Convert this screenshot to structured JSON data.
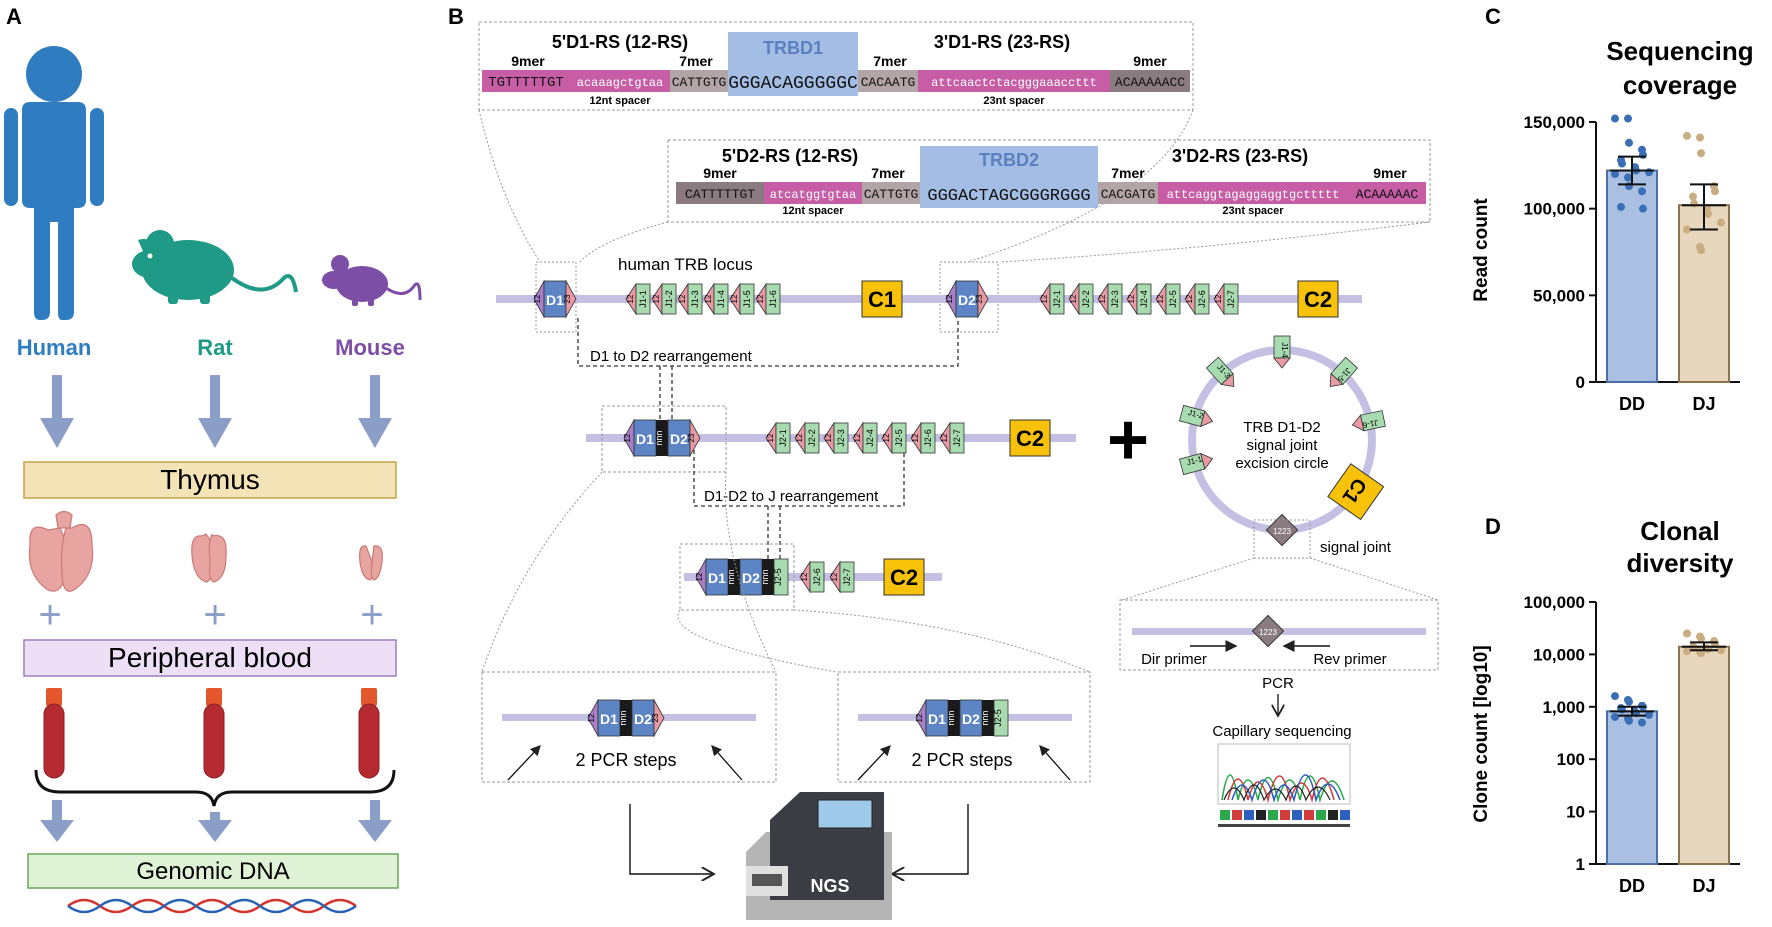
{
  "panels": {
    "a": "A",
    "b": "B",
    "c": "C",
    "d": "D"
  },
  "panel_a": {
    "species": [
      {
        "label": "Human",
        "color": "#2f7dc0"
      },
      {
        "label": "Rat",
        "color": "#1e9a86"
      },
      {
        "label": "Mouse",
        "color": "#7d4ea6"
      }
    ],
    "thymus": "Thymus",
    "plus": "+",
    "blood": "Peripheral blood",
    "dna": "Genomic DNA"
  },
  "panel_b": {
    "d1": {
      "rs5": "5'D1-RS (12-RS)",
      "rs3": "3'D1-RS (23-RS)",
      "name": "TRBD1",
      "nonamer_a_label": "9mer",
      "heptamer_a_label": "7mer",
      "heptamer_b_label": "7mer",
      "nonamer_b_label": "9mer",
      "nonamer_a": "TGTTTTTGT",
      "spacer_a": "acaaagctgtaa",
      "heptamer_a": "CATTGTG",
      "gene": "GGGACAGGGGGC",
      "heptamer_b": "CACAATG",
      "spacer_b": "attcaactctacgggaaaccttt",
      "nonamer_b": "ACAAAAACC",
      "spacer_a_label": "12nt spacer",
      "spacer_b_label": "23nt spacer"
    },
    "d2": {
      "rs5": "5'D2-RS (12-RS)",
      "rs3": "3'D2-RS (23-RS)",
      "name": "TRBD2",
      "nonamer_a_label": "9mer",
      "heptamer_a_label": "7mer",
      "heptamer_b_label": "7mer",
      "nonamer_b_label": "9mer",
      "nonamer_a": "CATTTTTGT",
      "spacer_a": "atcatggtgtaa",
      "heptamer_a": "CATTGTG",
      "gene": "GGGACTAGCGGGRGGG",
      "heptamer_b": "CACGATG",
      "spacer_b": "attcaggtagaggaggtgcttttt",
      "nonamer_b": "ACAAAAAC",
      "spacer_a_label": "12nt spacer",
      "spacer_b_label": "23nt spacer"
    },
    "locus_label": "human TRB locus",
    "d1_label": "D1",
    "d2_label": "D2",
    "rs12": "12",
    "rs23": "23",
    "nnn": "nnn",
    "j1_labels": [
      "J1-1",
      "J1-2",
      "J1-3",
      "J1-4",
      "J1-5",
      "J1-6"
    ],
    "j2_labels": [
      "J2-1",
      "J2-2",
      "J2-3",
      "J2-4",
      "J2-5",
      "J2-6",
      "J2-7"
    ],
    "j2_short_labels": [
      "J2-5",
      "J2-6",
      "J2-7"
    ],
    "c1": "C1",
    "c2": "C2",
    "step1": "D1 to D2 rearrangement",
    "step2": "D1-D2 to J rearrangement",
    "plus": "+",
    "circle_title": [
      "TRB D1-D2",
      "signal joint",
      "excision circle"
    ],
    "circle_j1": [
      "J1-1",
      "J1-2",
      "J1-3",
      "J1-4",
      "J1-5",
      "J1-6"
    ],
    "signal_joint": "signal joint",
    "dir_primer": "Dir primer",
    "rev_primer": "Rev primer",
    "pcr": "PCR",
    "capillary": "Capillary sequencing",
    "pcr_steps": "2 PCR steps",
    "ngs": "NGS"
  },
  "chart_data": [
    {
      "type": "bar",
      "title": "Sequencing coverage",
      "ylabel": "Read count",
      "categories": [
        "DD",
        "DJ"
      ],
      "ylim": [
        0,
        150000
      ],
      "yscale": "linear",
      "yticks": [
        0,
        50000,
        100000,
        150000
      ],
      "ytick_labels": [
        "0",
        "50,000",
        "100,000",
        "150,000"
      ],
      "colors": {
        "DD": "#a9c0e3",
        "DD_edge": "#4a6ea5",
        "DD_point": "#3a6fb5",
        "DJ": "#e6d7bd",
        "DJ_edge": "#8a7550",
        "DJ_point": "#c9ad82"
      },
      "series": [
        {
          "name": "DD",
          "mean": 122000,
          "error": [
            114000,
            130000
          ],
          "points": [
            152000,
            152000,
            138000,
            134000,
            131000,
            128000,
            126000,
            124000,
            122000,
            121000,
            120000,
            118000,
            113000,
            110000,
            100000,
            101000
          ]
        },
        {
          "name": "DJ",
          "mean": 102000,
          "error": [
            88000,
            114000
          ],
          "points": [
            142000,
            141000,
            132000,
            113000,
            110000,
            107000,
            103000,
            100000,
            97000,
            92000,
            88000,
            78000,
            76000
          ]
        }
      ]
    },
    {
      "type": "bar",
      "title": "Clonal diversity",
      "ylabel": "Clone count [log10]",
      "categories": [
        "DD",
        "DJ"
      ],
      "ylim": [
        1,
        100000
      ],
      "yscale": "log",
      "yticks": [
        1,
        10,
        100,
        1000,
        10000,
        100000
      ],
      "ytick_labels": [
        "1",
        "10",
        "100",
        "1,000",
        "10,000",
        "100,000"
      ],
      "colors": {
        "DD": "#a9c0e3",
        "DD_edge": "#4a6ea5",
        "DD_point": "#3a6fb5",
        "DJ": "#e6d7bd",
        "DJ_edge": "#8a7550",
        "DJ_point": "#c9ad82"
      },
      "series": [
        {
          "name": "DD",
          "mean": 820,
          "error": [
            680,
            1000
          ],
          "points": [
            1600,
            1350,
            1250,
            1050,
            1000,
            950,
            880,
            820,
            760,
            700,
            640,
            600,
            540,
            500
          ]
        },
        {
          "name": "DJ",
          "mean": 14000,
          "error": [
            12000,
            17000
          ],
          "points": [
            25000,
            22000,
            20000,
            18000,
            16000,
            14000,
            13500,
            13000,
            12500,
            12000,
            11500,
            11000,
            10500
          ]
        }
      ]
    }
  ]
}
